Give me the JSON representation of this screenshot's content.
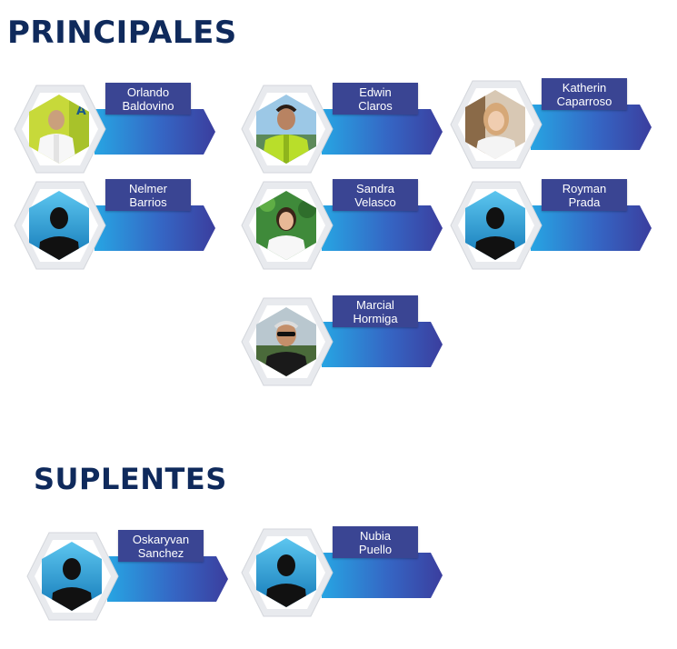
{
  "principales": {
    "title": "PRINCIPALES",
    "members": [
      {
        "first": "Orlando",
        "last": "Baldovino",
        "photo": "photo-man-white-shirt"
      },
      {
        "first": "Edwin",
        "last": "Claros",
        "photo": "photo-man-green-shirt"
      },
      {
        "first": "Katherin",
        "last": "Caparroso",
        "photo": "photo-woman-blonde"
      },
      {
        "first": "Nelmer",
        "last": "Barrios",
        "photo": "silhouette-icon"
      },
      {
        "first": "Sandra",
        "last": "Velasco",
        "photo": "photo-woman-white-blouse"
      },
      {
        "first": "Royman",
        "last": "Prada",
        "photo": "silhouette-icon"
      },
      {
        "first": "Marcial",
        "last": "Hormiga",
        "photo": "photo-man-sunglasses"
      }
    ]
  },
  "suplentes": {
    "title": "SUPLENTES",
    "members": [
      {
        "first": "Oskaryvan",
        "last": "Sanchez",
        "photo": "silhouette-icon"
      },
      {
        "first": "Nubia",
        "last": "Puello",
        "photo": "silhouette-icon"
      }
    ]
  },
  "colors": {
    "title": "#0f2a5c",
    "label_bg": "#3a4593",
    "ribbon_light": "#27a5e3",
    "ribbon_dark": "#3b3e9e"
  }
}
